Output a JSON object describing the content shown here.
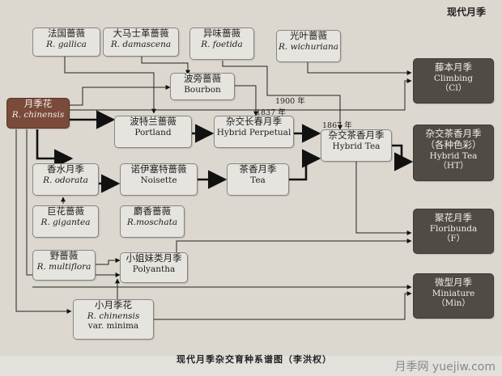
{
  "title": "现代月季",
  "caption": "现代月季杂交育种系谱图（李洪权）",
  "watermark": "月季网 yuejiw.com",
  "years": {
    "y1900": "1900 年",
    "y1837": "1837 年",
    "y1867": "1867 年"
  },
  "nodes": {
    "gallica": {
      "cn": "法国蔷薇",
      "en": "R. gallica"
    },
    "damascena": {
      "cn": "大马士革蔷薇",
      "en": "R. damascena"
    },
    "foetida": {
      "cn": "异味蔷薇",
      "en": "R. foetida"
    },
    "wichuriana": {
      "cn": "光叶蔷薇",
      "en": "R. wichuriana"
    },
    "bourbon": {
      "cn": "波旁蔷薇",
      "en": "Bourbon"
    },
    "chinensis": {
      "cn": "月季花",
      "en": "R. chinensis"
    },
    "portland": {
      "cn": "波特兰蔷薇",
      "en": "Portland"
    },
    "hp": {
      "cn": "杂交长春月季",
      "en": "Hybrid Perpetual"
    },
    "ht": {
      "cn": "杂交茶香月季",
      "en": "Hybrid Tea"
    },
    "odorata": {
      "cn": "香水月季",
      "en": "R. odorata"
    },
    "noisette": {
      "cn": "诺伊塞特蔷薇",
      "en": "Noisette"
    },
    "tea": {
      "cn": "茶香月季",
      "en": "Tea"
    },
    "gigantea": {
      "cn": "巨花蔷薇",
      "en": "R. gigantea"
    },
    "moschata": {
      "cn": "麝香蔷薇",
      "en": "R.moschata"
    },
    "multiflora": {
      "cn": "野蔷薇",
      "en": "R. multiflora"
    },
    "polyantha": {
      "cn": "小姐妹类月季",
      "en": "Polyantha"
    },
    "minima": {
      "cn": "小月季花",
      "en1": "R. chinensis",
      "en2": "var. minima"
    },
    "climbing": {
      "cn": "藤本月季",
      "en": "Climbing",
      "code": "（Cl）"
    },
    "htr": {
      "cn": "杂交茶香月季",
      "cn2": "（各种色彩）",
      "en": "Hybrid Tea",
      "code": "（HT）"
    },
    "floribunda": {
      "cn": "聚花月季",
      "en": "Floribunda",
      "code": "（F）"
    },
    "miniature": {
      "cn": "微型月季",
      "en": "Miniature",
      "code": "（Min）"
    }
  }
}
